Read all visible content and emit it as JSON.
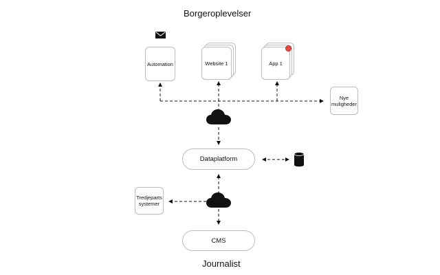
{
  "diagram": {
    "top_title": "Borgeroplevelser",
    "bottom_title": "Journalist",
    "nodes": {
      "automation": "Automation",
      "website": "Website 1",
      "app": "App 1",
      "nye_line1": "Nye",
      "nye_line2": "muligheder",
      "dataplatform": "Dataplatform",
      "tredje_line1": "Tredjeparts",
      "tredje_line2": "systemer",
      "cms": "CMS"
    },
    "icons": {
      "mail": "mail-icon",
      "cloud_top": "cloud-icon",
      "cloud_bottom": "cloud-icon",
      "database": "database-icon",
      "notification": "notification-dot-icon"
    },
    "colors": {
      "border": "#bdbdbd",
      "line": "#111111",
      "notification": "#e8473d"
    }
  }
}
